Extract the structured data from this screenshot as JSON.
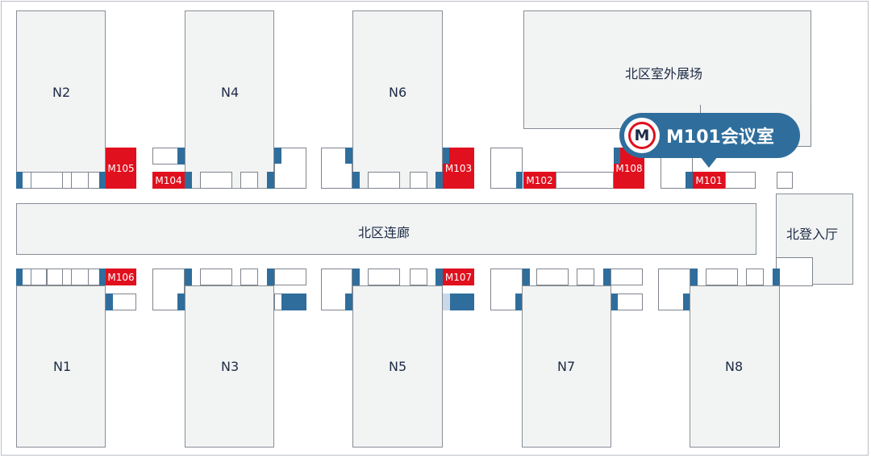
{
  "halls": {
    "n1": "N1",
    "n2": "N2",
    "n3": "N3",
    "n4": "N4",
    "n5": "N5",
    "n6": "N6",
    "n7": "N7",
    "n8": "N8"
  },
  "areas": {
    "outdoor": "北区室外展场",
    "corridor": "北区连廊",
    "north_hall": "北登入厅"
  },
  "rooms": {
    "m101": "M101",
    "m102": "M102",
    "m103": "M103",
    "m104": "M104",
    "m105": "M105",
    "m106": "M106",
    "m107": "M107",
    "m108": "M108"
  },
  "callout": {
    "icon_letter": "M",
    "title": "M101会议室"
  },
  "colors": {
    "highlight_red": "#e0101e",
    "accent_blue": "#2f6e9c",
    "hall_fill": "#f2f3f3",
    "text_navy": "#1d2b45"
  }
}
